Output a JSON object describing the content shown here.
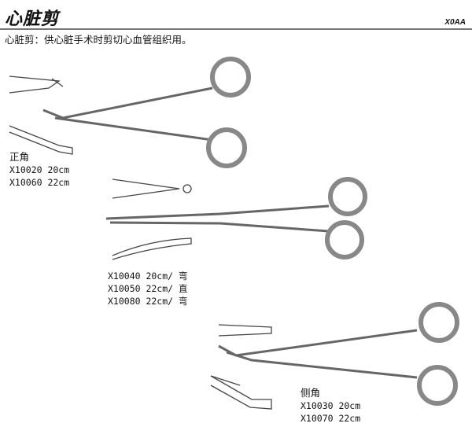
{
  "header": {
    "title": "心脏剪",
    "catalog_code": "X0AA",
    "description": "心脏剪：供心脏手术时剪切心血管组织用。"
  },
  "products": [
    {
      "type": "正角",
      "items": [
        "X10020 20cm",
        "X10060 22cm"
      ]
    },
    {
      "type": "",
      "items": [
        "X10040 20cm/ 弯",
        "X10050 22cm/ 直",
        "X10080 22cm/ 弯"
      ]
    },
    {
      "type": "侧角",
      "items": [
        "X10030 20cm",
        "X10070 22cm"
      ]
    }
  ]
}
